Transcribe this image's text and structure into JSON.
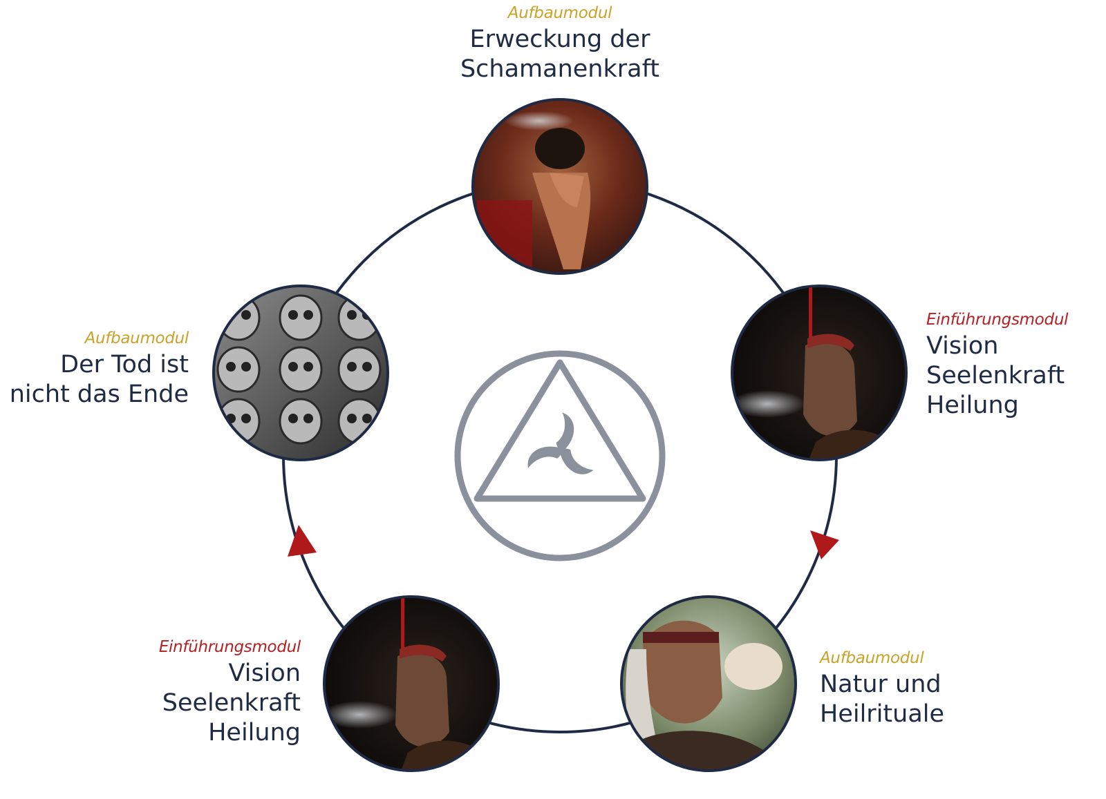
{
  "colors": {
    "ring": "#1f2a44",
    "arrow": "#b0191c",
    "emblem": "#8a909c",
    "aufbau": "#c9a227",
    "einfuehrung": "#b52024",
    "text": "#1f2a44"
  },
  "center_emblem": {
    "icon": "triskelion-in-triangle-in-circle"
  },
  "modules": [
    {
      "id": "top",
      "kind": "Aufbaumodul",
      "kind_type": "aufbau",
      "title": [
        "Erweckung der",
        "Schamanenkraft"
      ],
      "image": "hands-holding-smoking-herb-bundle"
    },
    {
      "id": "right",
      "kind": "Einführungsmodul",
      "kind_type": "einf",
      "title": [
        "Vision",
        "Seelenkraft",
        "Heilung"
      ],
      "image": "shaman-blowing-smoke-portrait"
    },
    {
      "id": "bottom-right",
      "kind": "Aufbaumodul",
      "kind_type": "aufbau",
      "title": [
        "Natur und",
        "Heilrituale"
      ],
      "image": "elder-blowing-conch-shell"
    },
    {
      "id": "bottom-left",
      "kind": "Einführungsmodul",
      "kind_type": "einf",
      "title": [
        "Vision",
        "Seelenkraft",
        "Heilung"
      ],
      "image": "shaman-blowing-smoke-portrait"
    },
    {
      "id": "left",
      "kind": "Aufbaumodul",
      "kind_type": "aufbau",
      "title": [
        "Der Tod ist",
        "nicht das Ende"
      ],
      "image": "carved-stone-skulls-wall"
    }
  ]
}
